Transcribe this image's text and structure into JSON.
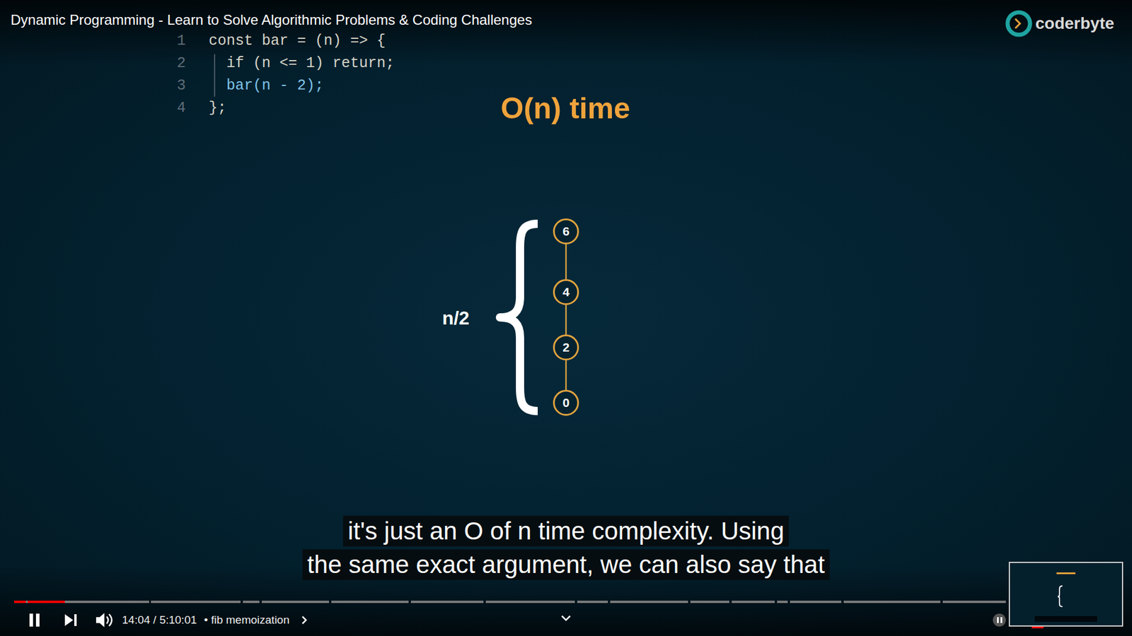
{
  "diagram": {
    "title": "Dynamic Programming - Learn to Solve Algorithmic Problems & Coding Challenges",
    "nodes": [
      {
        "text": [
          "6"
        ]
      },
      {
        "text": [
          "4"
        ]
      },
      {
        "text": [
          "2"
        ]
      },
      {
        "text": [
          "0"
        ]
      }
    ],
    "edges": [
      {
        "from": 0,
        "to": 1,
        "arrow": "none"
      },
      {
        "from": 1,
        "to": 2,
        "arrow": "none"
      },
      {
        "from": 2,
        "to": 3,
        "arrow": "none"
      }
    ],
    "labels": [
      "1",
      "const bar = (n) => {",
      "2",
      "if (n <= 1) return;",
      "3",
      "bar(n - 2);",
      "4",
      "};",
      "O(n) time",
      "n/2",
      "it's just an O of n time complexity. Using",
      "the same exact argument, we can also say that",
      "14:04 / 5:10:01",
      "• fib memoization",
      "coderbyte"
    ]
  }
}
